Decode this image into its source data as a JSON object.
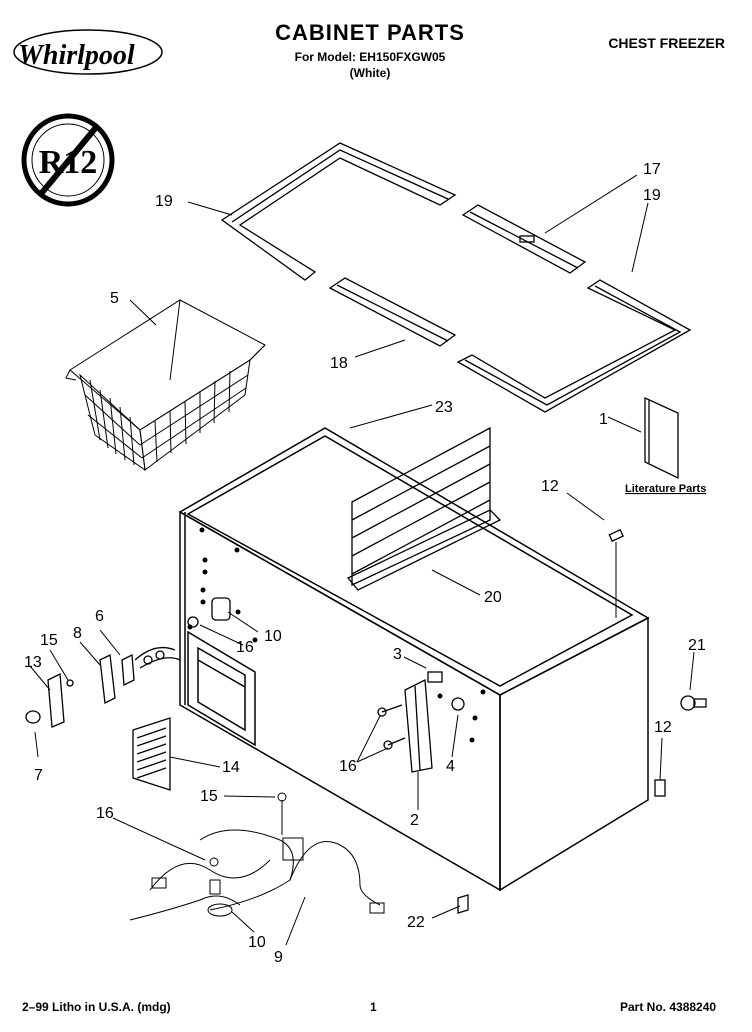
{
  "header": {
    "brand": "Whirlpool",
    "title": "CABINET PARTS",
    "model_line": "For Model: EH150FXGW05",
    "color_line": "(White)",
    "product": "CHEST FREEZER"
  },
  "badge": {
    "text": "R12"
  },
  "callouts": {
    "c1": "1",
    "c2": "2",
    "c3": "3",
    "c4": "4",
    "c5": "5",
    "c6": "6",
    "c7": "7",
    "c8": "8",
    "c9": "9",
    "c10a": "10",
    "c10b": "10",
    "c12a": "12",
    "c12b": "12",
    "c13": "13",
    "c14": "14",
    "c15a": "15",
    "c15b": "15",
    "c16a": "16",
    "c16b": "16",
    "c16c": "16",
    "c17": "17",
    "c18": "18",
    "c19a": "19",
    "c19b": "19",
    "c20": "20",
    "c21": "21",
    "c22": "22",
    "c23": "23"
  },
  "literature_label": "Literature Parts",
  "footer": {
    "litho": "2–99 Litho in U.S.A. (mdg)",
    "page": "1",
    "part_no": "Part No. 4388240"
  }
}
